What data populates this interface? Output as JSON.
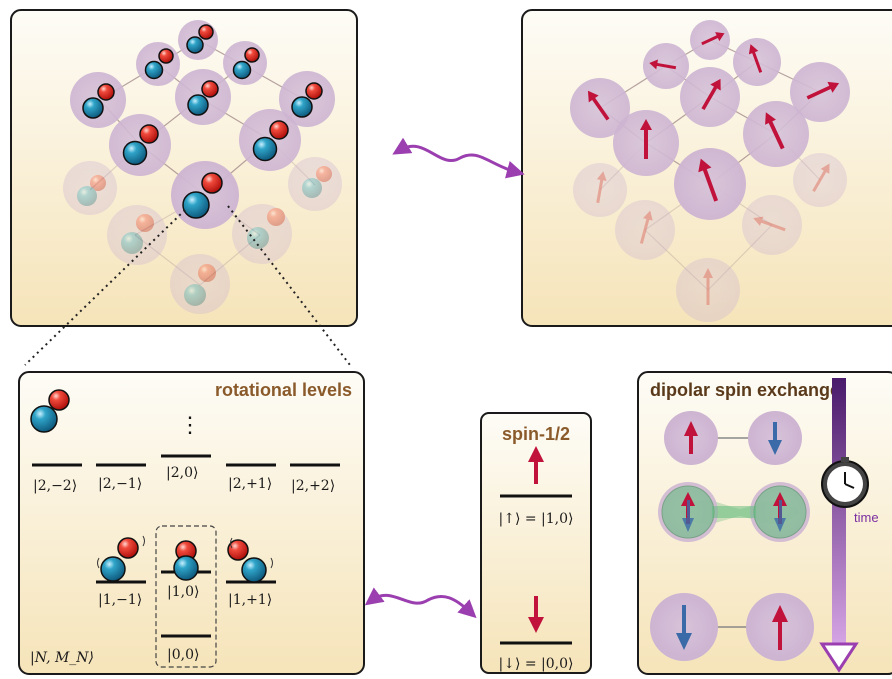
{
  "panels": {
    "rotational_title": "rotational levels",
    "spin_title": "spin-1/2",
    "dipolar_title": "dipolar spin exchange",
    "time_label": "time"
  },
  "levels": {
    "n2_labels": [
      "|2,−2⟩",
      "|2,−1⟩",
      "|2,0⟩",
      "|2,+1⟩",
      "|2,+2⟩"
    ],
    "n1_labels": [
      "|1,−1⟩",
      "|1,0⟩",
      "|1,+1⟩"
    ],
    "ground_label": "|0,0⟩",
    "basis_label": "|N, M_N⟩",
    "dots": "⋮"
  },
  "spin": {
    "up_label": "|↑⟩ = |1,0⟩",
    "down_label": "|↓⟩ = |0,0⟩"
  },
  "colors": {
    "panel_gradient_top": "#fdfbf3",
    "panel_gradient_bottom": "#f6e6bf",
    "site_fill": "#d9c6dc",
    "red_atom": "#e8211b",
    "blue_atom": "#1d8fb3",
    "arrow_red": "#c0123a",
    "arrow_blue": "#3a6aa8",
    "purple_arrow": "#9b3fb0",
    "title_brown": "#8a5a2b",
    "green_bubble": "#3aa65a"
  },
  "icons": [
    "molecule-icon",
    "spin-arrow-icon",
    "clock-icon",
    "double-arrow-icon"
  ]
}
